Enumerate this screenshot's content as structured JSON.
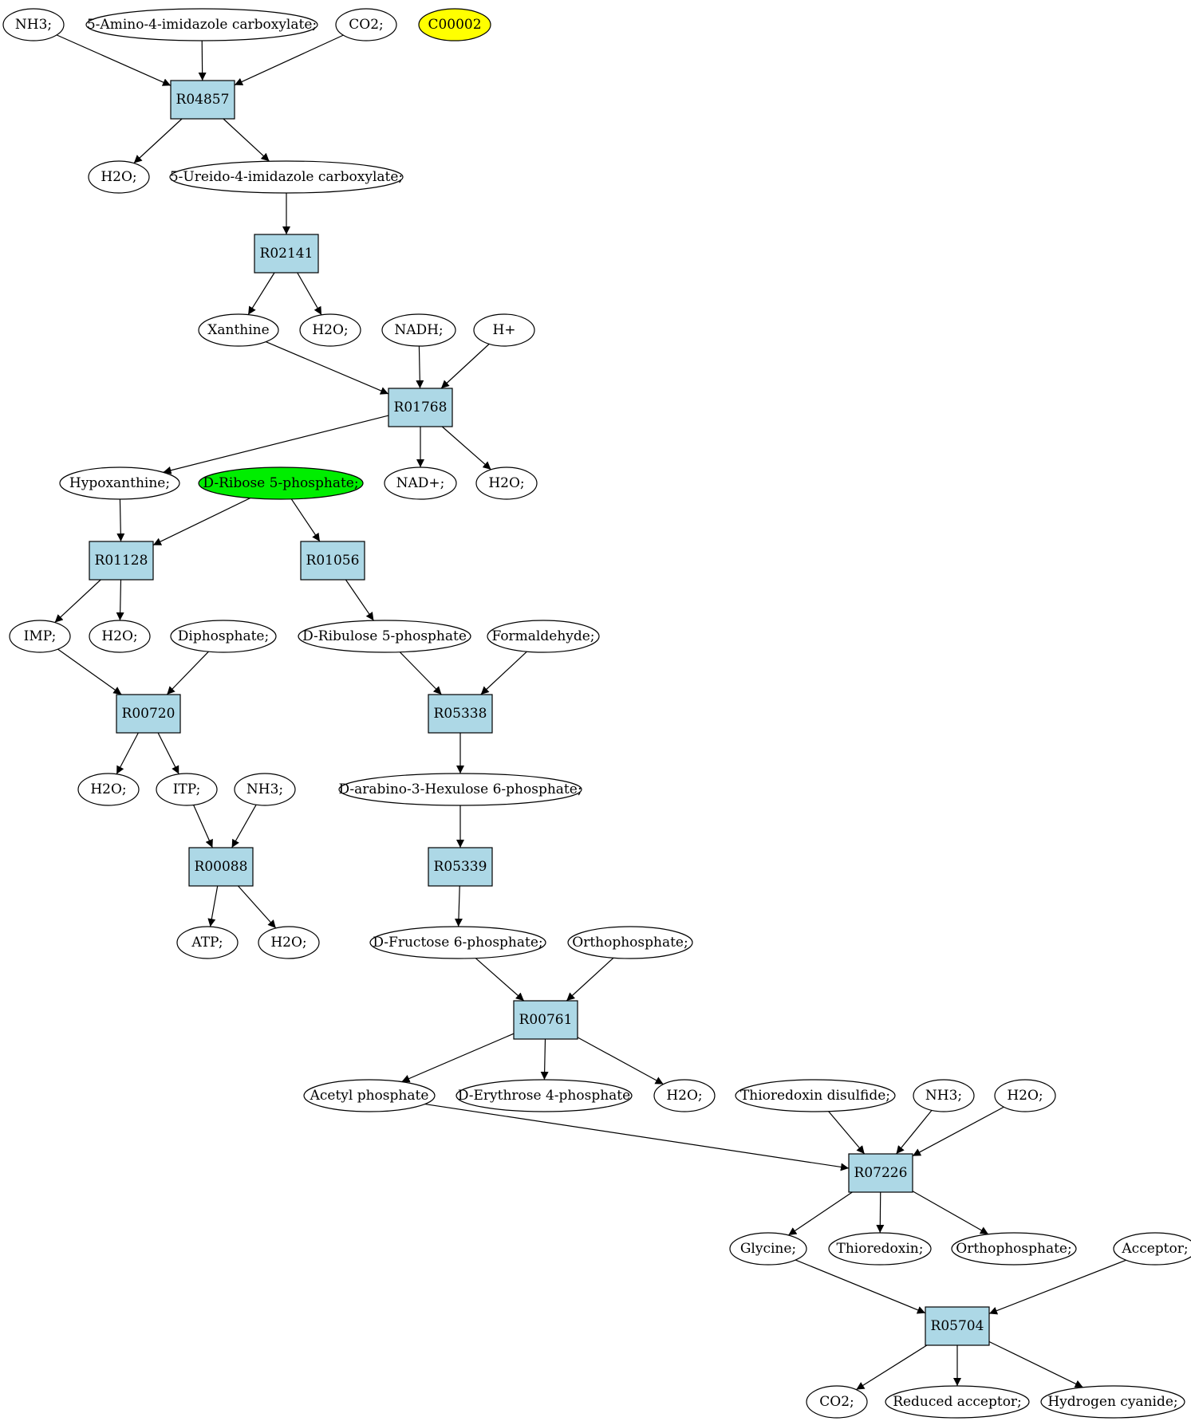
{
  "colors": {
    "reaction": "#add8e6",
    "compound": "#ffffff",
    "highlight_yellow": "#ffff00",
    "highlight_green": "#00ee00",
    "stroke": "#000000"
  },
  "nodes": [
    {
      "id": "c_nh3_1",
      "type": "compound",
      "label": "NH3;",
      "fill": "#ffffff"
    },
    {
      "id": "c_aica",
      "type": "compound",
      "label": "5-Amino-4-imidazole carboxylate;",
      "fill": "#ffffff"
    },
    {
      "id": "c_co2_1",
      "type": "compound",
      "label": "CO2;",
      "fill": "#ffffff"
    },
    {
      "id": "c_c00002",
      "type": "compound",
      "label": "C00002",
      "fill": "#ffff00"
    },
    {
      "id": "r04857",
      "type": "reaction",
      "label": "R04857"
    },
    {
      "id": "c_h2o_1",
      "type": "compound",
      "label": "H2O;",
      "fill": "#ffffff"
    },
    {
      "id": "c_ureido",
      "type": "compound",
      "label": "5-Ureido-4-imidazole carboxylate;",
      "fill": "#ffffff"
    },
    {
      "id": "r02141",
      "type": "reaction",
      "label": "R02141"
    },
    {
      "id": "c_xanthine",
      "type": "compound",
      "label": "Xanthine",
      "fill": "#ffffff"
    },
    {
      "id": "c_h2o_2",
      "type": "compound",
      "label": "H2O;",
      "fill": "#ffffff"
    },
    {
      "id": "c_nadh",
      "type": "compound",
      "label": "NADH;",
      "fill": "#ffffff"
    },
    {
      "id": "c_hplus",
      "type": "compound",
      "label": "H+",
      "fill": "#ffffff"
    },
    {
      "id": "r01768",
      "type": "reaction",
      "label": "R01768"
    },
    {
      "id": "c_hypox",
      "type": "compound",
      "label": "Hypoxanthine;",
      "fill": "#ffffff"
    },
    {
      "id": "c_ribose5p",
      "type": "compound",
      "label": "D-Ribose 5-phosphate;",
      "fill": "#00ee00"
    },
    {
      "id": "c_nadplus",
      "type": "compound",
      "label": "NAD+;",
      "fill": "#ffffff"
    },
    {
      "id": "c_h2o_3",
      "type": "compound",
      "label": "H2O;",
      "fill": "#ffffff"
    },
    {
      "id": "r01128",
      "type": "reaction",
      "label": "R01128"
    },
    {
      "id": "r01056",
      "type": "reaction",
      "label": "R01056"
    },
    {
      "id": "c_imp",
      "type": "compound",
      "label": "IMP;",
      "fill": "#ffffff"
    },
    {
      "id": "c_h2o_4",
      "type": "compound",
      "label": "H2O;",
      "fill": "#ffffff"
    },
    {
      "id": "c_diphos",
      "type": "compound",
      "label": "Diphosphate;",
      "fill": "#ffffff"
    },
    {
      "id": "c_ribulose5p",
      "type": "compound",
      "label": "D-Ribulose 5-phosphate",
      "fill": "#ffffff"
    },
    {
      "id": "c_formald",
      "type": "compound",
      "label": "Formaldehyde;",
      "fill": "#ffffff"
    },
    {
      "id": "r00720",
      "type": "reaction",
      "label": "R00720"
    },
    {
      "id": "r05338",
      "type": "reaction",
      "label": "R05338"
    },
    {
      "id": "c_h2o_5",
      "type": "compound",
      "label": "H2O;",
      "fill": "#ffffff"
    },
    {
      "id": "c_itp",
      "type": "compound",
      "label": "ITP;",
      "fill": "#ffffff"
    },
    {
      "id": "c_nh3_2",
      "type": "compound",
      "label": "NH3;",
      "fill": "#ffffff"
    },
    {
      "id": "c_hexulose",
      "type": "compound",
      "label": "D-arabino-3-Hexulose 6-phosphate;",
      "fill": "#ffffff"
    },
    {
      "id": "r00088",
      "type": "reaction",
      "label": "R00088"
    },
    {
      "id": "r05339",
      "type": "reaction",
      "label": "R05339"
    },
    {
      "id": "c_atp",
      "type": "compound",
      "label": "ATP;",
      "fill": "#ffffff"
    },
    {
      "id": "c_h2o_6",
      "type": "compound",
      "label": "H2O;",
      "fill": "#ffffff"
    },
    {
      "id": "c_f6p",
      "type": "compound",
      "label": "D-Fructose 6-phosphate;",
      "fill": "#ffffff"
    },
    {
      "id": "c_orthop_1",
      "type": "compound",
      "label": "Orthophosphate;",
      "fill": "#ffffff"
    },
    {
      "id": "r00761",
      "type": "reaction",
      "label": "R00761"
    },
    {
      "id": "c_acetylp",
      "type": "compound",
      "label": "Acetyl phosphate",
      "fill": "#ffffff"
    },
    {
      "id": "c_e4p",
      "type": "compound",
      "label": "D-Erythrose 4-phosphate",
      "fill": "#ffffff"
    },
    {
      "id": "c_h2o_7",
      "type": "compound",
      "label": "H2O;",
      "fill": "#ffffff"
    },
    {
      "id": "c_thiodis",
      "type": "compound",
      "label": "Thioredoxin disulfide;",
      "fill": "#ffffff"
    },
    {
      "id": "c_nh3_3",
      "type": "compound",
      "label": "NH3;",
      "fill": "#ffffff"
    },
    {
      "id": "c_h2o_8",
      "type": "compound",
      "label": "H2O;",
      "fill": "#ffffff"
    },
    {
      "id": "r07226",
      "type": "reaction",
      "label": "R07226"
    },
    {
      "id": "c_glycine",
      "type": "compound",
      "label": "Glycine;",
      "fill": "#ffffff"
    },
    {
      "id": "c_thioredoxin",
      "type": "compound",
      "label": "Thioredoxin;",
      "fill": "#ffffff"
    },
    {
      "id": "c_orthop_2",
      "type": "compound",
      "label": "Orthophosphate;",
      "fill": "#ffffff"
    },
    {
      "id": "c_acceptor",
      "type": "compound",
      "label": "Acceptor;",
      "fill": "#ffffff"
    },
    {
      "id": "r05704",
      "type": "reaction",
      "label": "R05704"
    },
    {
      "id": "c_co2_2",
      "type": "compound",
      "label": "CO2;",
      "fill": "#ffffff"
    },
    {
      "id": "c_redacc",
      "type": "compound",
      "label": "Reduced acceptor;",
      "fill": "#ffffff"
    },
    {
      "id": "c_hcn",
      "type": "compound",
      "label": "Hydrogen cyanide;",
      "fill": "#ffffff"
    }
  ],
  "edges": [
    [
      "c_nh3_1",
      "r04857"
    ],
    [
      "c_aica",
      "r04857"
    ],
    [
      "c_co2_1",
      "r04857"
    ],
    [
      "r04857",
      "c_h2o_1"
    ],
    [
      "r04857",
      "c_ureido"
    ],
    [
      "c_ureido",
      "r02141"
    ],
    [
      "r02141",
      "c_xanthine"
    ],
    [
      "r02141",
      "c_h2o_2"
    ],
    [
      "c_xanthine",
      "r01768"
    ],
    [
      "c_nadh",
      "r01768"
    ],
    [
      "c_hplus",
      "r01768"
    ],
    [
      "r01768",
      "c_hypox"
    ],
    [
      "r01768",
      "c_nadplus"
    ],
    [
      "r01768",
      "c_h2o_3"
    ],
    [
      "c_hypox",
      "r01128"
    ],
    [
      "c_ribose5p",
      "r01128"
    ],
    [
      "c_ribose5p",
      "r01056"
    ],
    [
      "r01128",
      "c_imp"
    ],
    [
      "r01128",
      "c_h2o_4"
    ],
    [
      "r01056",
      "c_ribulose5p"
    ],
    [
      "c_imp",
      "r00720"
    ],
    [
      "c_diphos",
      "r00720"
    ],
    [
      "c_ribulose5p",
      "r05338"
    ],
    [
      "c_formald",
      "r05338"
    ],
    [
      "r00720",
      "c_h2o_5"
    ],
    [
      "r00720",
      "c_itp"
    ],
    [
      "r05338",
      "c_hexulose"
    ],
    [
      "c_itp",
      "r00088"
    ],
    [
      "c_nh3_2",
      "r00088"
    ],
    [
      "c_hexulose",
      "r05339"
    ],
    [
      "r00088",
      "c_atp"
    ],
    [
      "r00088",
      "c_h2o_6"
    ],
    [
      "r05339",
      "c_f6p"
    ],
    [
      "c_f6p",
      "r00761"
    ],
    [
      "c_orthop_1",
      "r00761"
    ],
    [
      "r00761",
      "c_acetylp"
    ],
    [
      "r00761",
      "c_e4p"
    ],
    [
      "r00761",
      "c_h2o_7"
    ],
    [
      "c_acetylp",
      "r07226"
    ],
    [
      "c_thiodis",
      "r07226"
    ],
    [
      "c_nh3_3",
      "r07226"
    ],
    [
      "c_h2o_8",
      "r07226"
    ],
    [
      "r07226",
      "c_glycine"
    ],
    [
      "r07226",
      "c_thioredoxin"
    ],
    [
      "r07226",
      "c_orthop_2"
    ],
    [
      "c_glycine",
      "r05704"
    ],
    [
      "c_acceptor",
      "r05704"
    ],
    [
      "r05704",
      "c_co2_2"
    ],
    [
      "r05704",
      "c_redacc"
    ],
    [
      "r05704",
      "c_hcn"
    ]
  ]
}
